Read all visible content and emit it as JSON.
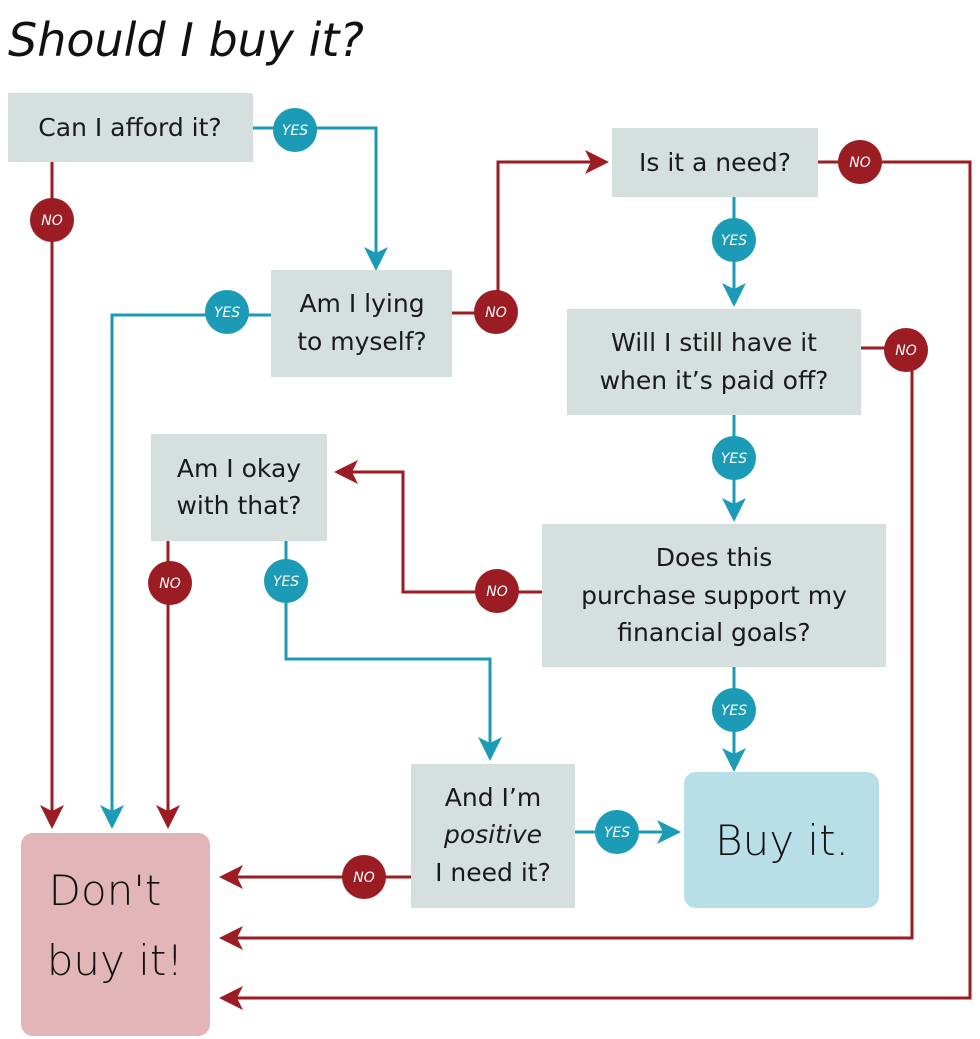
{
  "title": "Should I buy it?",
  "labels": {
    "yes": "YES",
    "no": "NO"
  },
  "nodes": {
    "afford": [
      "Can I afford it?"
    ],
    "lying": [
      "Am I lying",
      "to myself?"
    ],
    "need": [
      "Is it a need?"
    ],
    "still_have": [
      "Will I still have it",
      "when it’s paid off?"
    ],
    "okay": [
      "Am I okay",
      "with that?"
    ],
    "support": [
      "Does this",
      "purchase support my",
      "financial goals?"
    ],
    "positive": [
      "And I’m",
      "positive",
      "I need it?"
    ],
    "buy": [
      "Buy it."
    ],
    "dont_buy": [
      "Don't",
      "buy it!"
    ]
  },
  "colors": {
    "yes": "#1b9bb5",
    "no": "#9b1c22",
    "question_box": "#d5dfde",
    "buy_box": "#b8dfe7",
    "dont_box": "#e2b5b8"
  }
}
